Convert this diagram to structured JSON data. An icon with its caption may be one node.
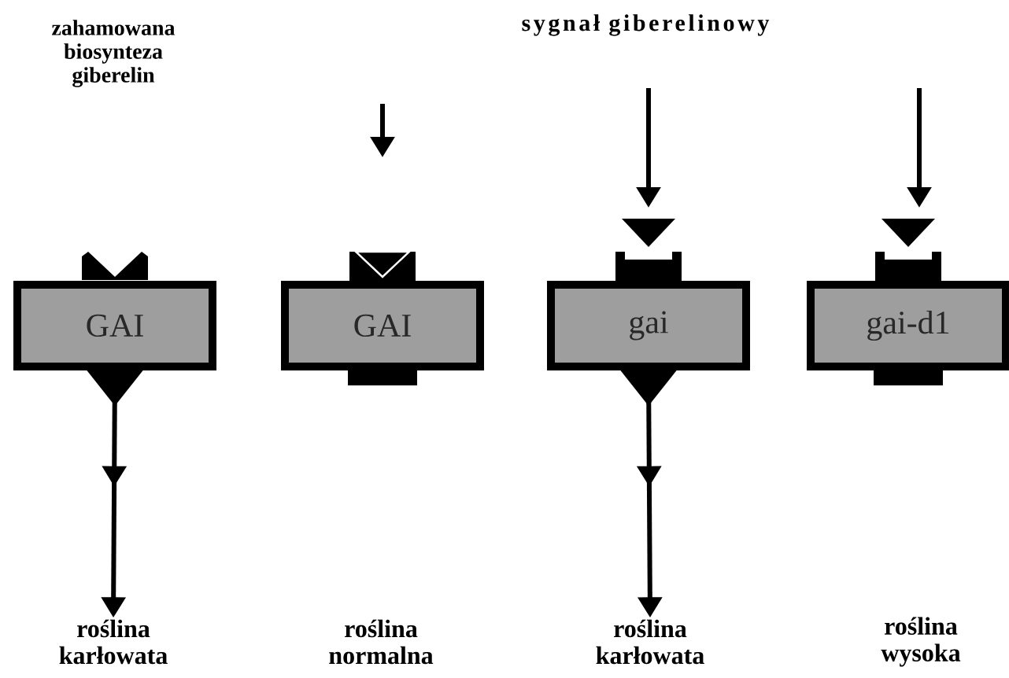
{
  "diagram": {
    "title": "sygnał giberelinowy",
    "nodes": [
      {
        "text": [
          "GAI"
        ]
      },
      {
        "text": [
          "GAI"
        ]
      },
      {
        "text": [
          "gai"
        ]
      },
      {
        "text": [
          "gai-d1"
        ]
      },
      {
        "text": [
          "roślina karłowata"
        ]
      },
      {
        "text": [
          "roślina normalna"
        ]
      },
      {
        "text": [
          "roślina karłowata"
        ]
      },
      {
        "text": [
          "roślina wysoka"
        ]
      }
    ],
    "edges": [
      {
        "from": 0,
        "to": 4,
        "arrow": "to"
      },
      {
        "from": 2,
        "to": 6,
        "arrow": "to"
      }
    ],
    "labels": [
      "zahamowana biosynteza giberelin"
    ]
  }
}
